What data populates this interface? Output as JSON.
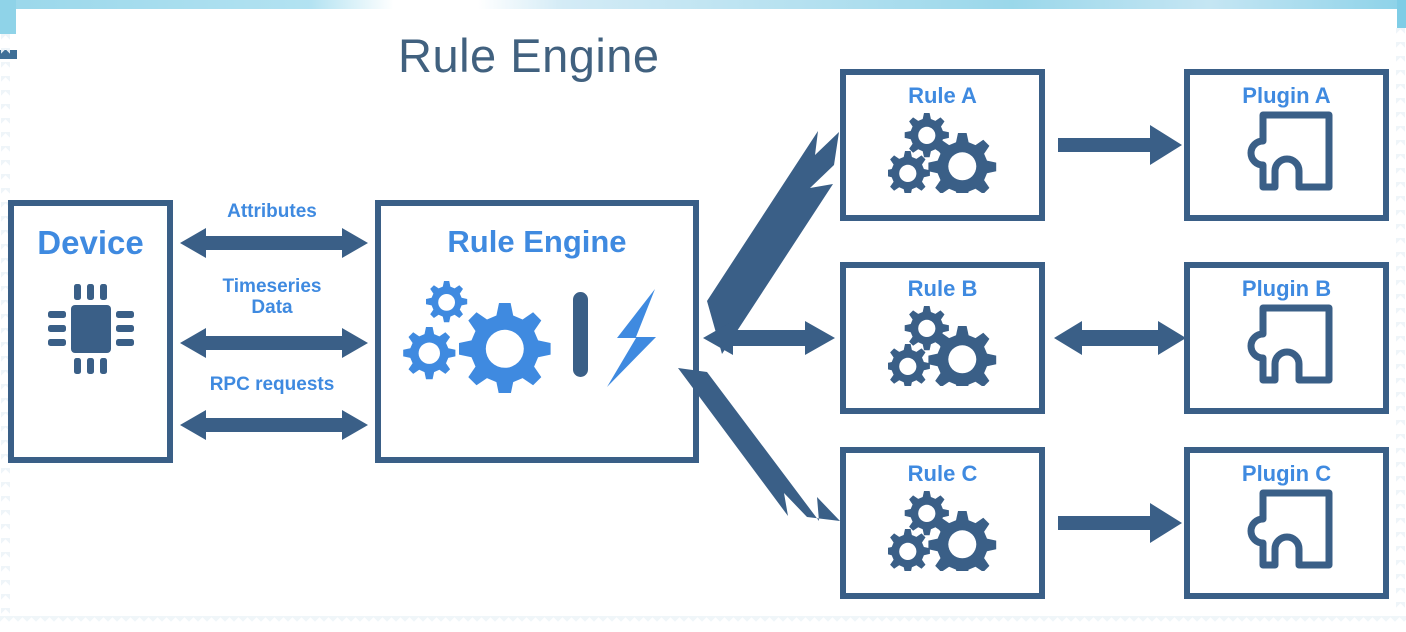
{
  "slide": {
    "title": "Rule Engine",
    "accent_blue": "#3f8ae0",
    "navy": "#3a5f87",
    "title_color": "#41617f",
    "background": "#ffffff"
  },
  "nodes": {
    "device": {
      "label": "Device",
      "icon": "microchip-icon"
    },
    "rule_engine": {
      "label": "Rule Engine",
      "icon": "gears-and-lightning-icon"
    },
    "rules": [
      {
        "label": "Rule A",
        "icon": "gears-icon"
      },
      {
        "label": "Rule B",
        "icon": "gears-icon"
      },
      {
        "label": "Rule C",
        "icon": "gears-icon"
      }
    ],
    "plugins": [
      {
        "label": "Plugin A",
        "icon": "puzzle-piece-icon"
      },
      {
        "label": "Plugin B",
        "icon": "puzzle-piece-icon"
      },
      {
        "label": "Plugin C",
        "icon": "puzzle-piece-icon"
      }
    ]
  },
  "connectors": {
    "device_to_engine": [
      {
        "label": "Attributes",
        "kind": "bidirectional"
      },
      {
        "label": "Timeseries\nData",
        "kind": "bidirectional"
      },
      {
        "label": "RPC requests",
        "kind": "bidirectional"
      }
    ],
    "engine_to_rules": [
      {
        "from": "rule-engine",
        "to": "rule-a",
        "kind": "unidirectional-up-right"
      },
      {
        "from": "rule-engine",
        "to": "rule-b",
        "kind": "bidirectional"
      },
      {
        "from": "rule-engine",
        "to": "rule-c",
        "kind": "unidirectional-down-right"
      }
    ],
    "rules_to_plugins": [
      {
        "from": "rule-a",
        "to": "plugin-a",
        "kind": "unidirectional-right"
      },
      {
        "from": "rule-b",
        "to": "plugin-b",
        "kind": "bidirectional"
      },
      {
        "from": "rule-c",
        "to": "plugin-c",
        "kind": "unidirectional-right"
      }
    ]
  }
}
